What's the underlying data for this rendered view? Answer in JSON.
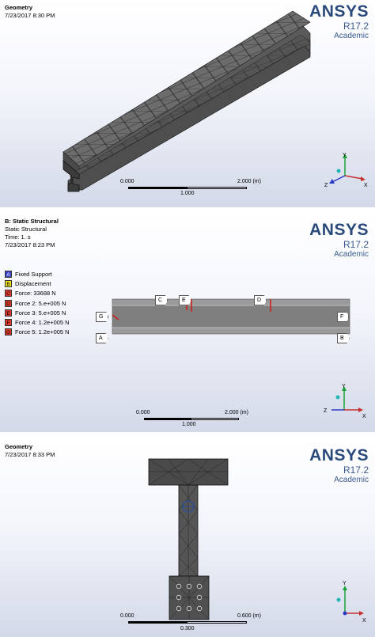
{
  "panels": [
    {
      "title": "Geometry",
      "lines": [
        "7/23/2017 8:30 PM"
      ],
      "brand": "ANSYS",
      "version": "R17.2",
      "edition": "Academic",
      "scale": {
        "left": "0.000",
        "right": "2.000 (m)",
        "mid": "1.000"
      },
      "triad": {
        "y": "Y",
        "z": "Z",
        "x": "X"
      }
    },
    {
      "title": "B: Static Structural",
      "lines": [
        "Static Structural",
        "Time: 1. s",
        "7/23/2017 8:23 PM"
      ],
      "brand": "ANSYS",
      "version": "R17.2",
      "edition": "Academic",
      "legend": [
        {
          "letter": "A",
          "color": "#3a44c8",
          "label": "Fixed Support"
        },
        {
          "letter": "B",
          "color": "#f2e41a",
          "label": "Displacement"
        },
        {
          "letter": "C",
          "color": "#e03a2a",
          "label": "Force: 33688 N"
        },
        {
          "letter": "D",
          "color": "#e03a2a",
          "label": "Force 2: 5.e+005 N"
        },
        {
          "letter": "E",
          "color": "#e03a2a",
          "label": "Force 3: 5.e+005 N"
        },
        {
          "letter": "F",
          "color": "#e03a2a",
          "label": "Force 4: 1.2e+005 N"
        },
        {
          "letter": "G",
          "color": "#e03a2a",
          "label": "Force 5: 1.2e+005 N"
        }
      ],
      "tags": {
        "c": "C",
        "e": "E",
        "d": "D",
        "g": "G",
        "f": "F",
        "a": "A",
        "b": "B"
      },
      "scale": {
        "left": "0.000",
        "right": "2.000 (m)",
        "mid": "1.000"
      },
      "triad": {
        "y": "Y",
        "z": "Z",
        "x": "X"
      }
    },
    {
      "title": "Geometry",
      "lines": [
        "7/23/2017 8:33 PM"
      ],
      "brand": "ANSYS",
      "version": "R17.2",
      "edition": "Academic",
      "scale": {
        "left": "0.000",
        "right": "0.600 (m)",
        "mid": "0.300"
      },
      "triad": {
        "y": "Y",
        "x": "X"
      }
    }
  ]
}
